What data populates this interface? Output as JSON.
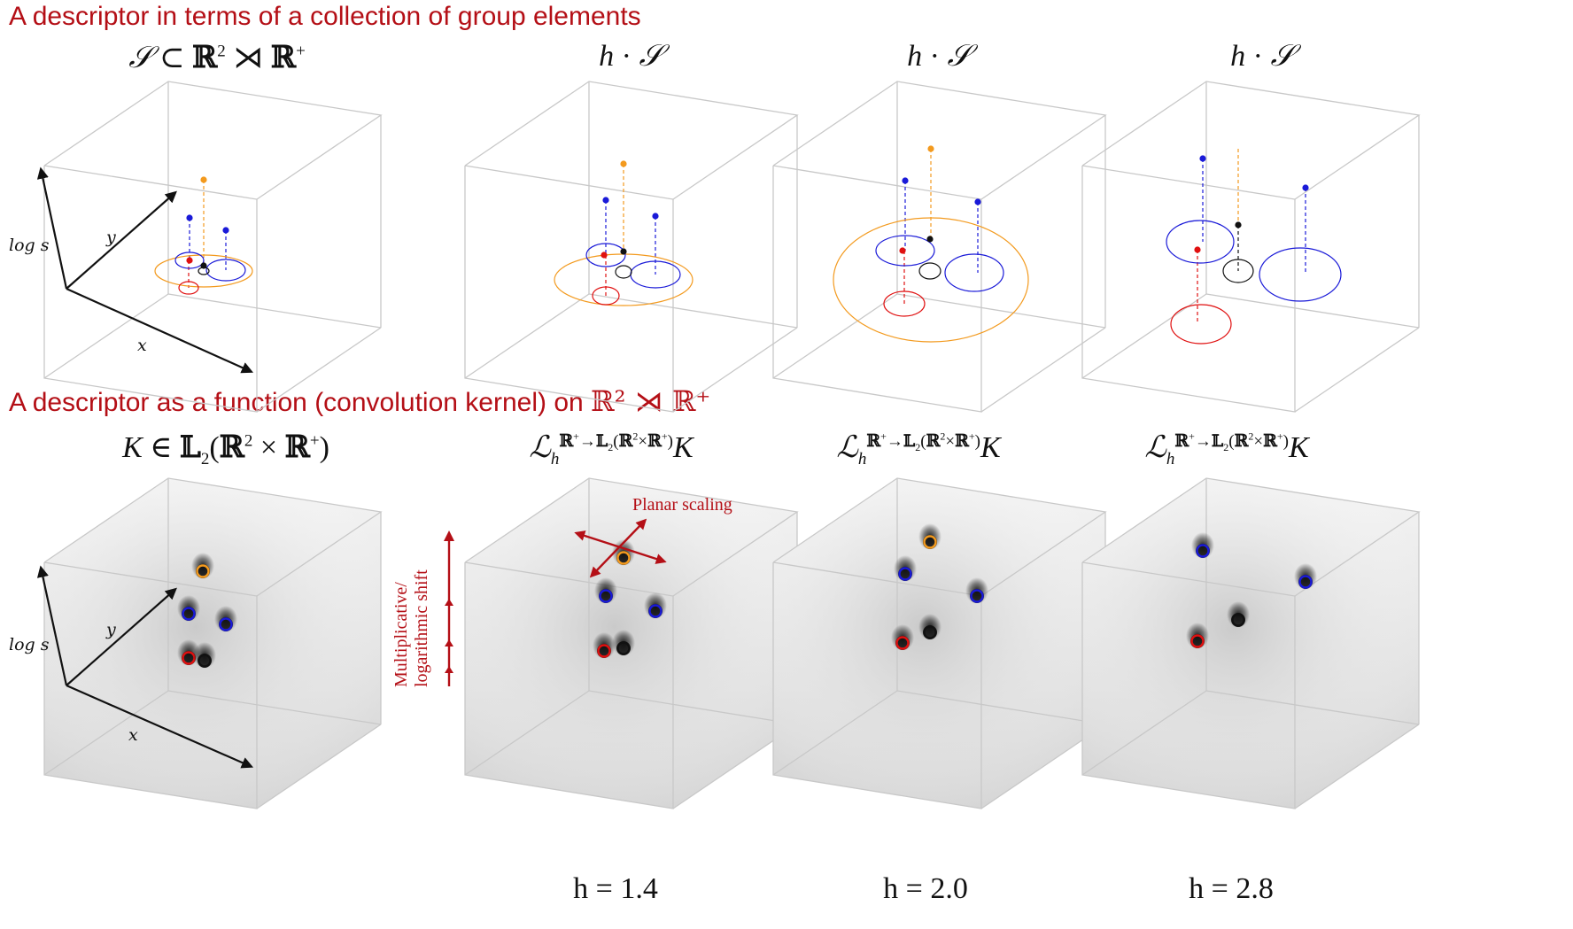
{
  "titles": {
    "top": "A descriptor in terms of a collection of group elements",
    "bottom_text": "A descriptor as a function (convolution kernel) on",
    "bottom_math": "ℝ² ⋊ ℝ⁺"
  },
  "top_row": {
    "labels": [
      "𝒮 ⊂ ℝ² ⋊ ℝ⁺",
      "h · 𝒮",
      "h · 𝒮",
      "h · 𝒮"
    ]
  },
  "bottom_row": {
    "labels": [
      "K ∈ 𝕃₂(ℝ² × ℝ⁺)",
      "ℒ_h^{ℝ⁺→𝕃₂(ℝ²×ℝ⁺)} K",
      "ℒ_h^{ℝ⁺→𝕃₂(ℝ²×ℝ⁺)} K",
      "ℒ_h^{ℝ⁺→𝕃₂(ℝ²×ℝ⁺)} K"
    ],
    "h_values": [
      "h = 1.4",
      "h = 2.0",
      "h = 2.8"
    ]
  },
  "axes": {
    "vertical": "log s",
    "depth": "y",
    "horizontal": "x"
  },
  "annotations": {
    "planar_scaling": "Planar scaling",
    "shift_line1": "Multiplicative/",
    "shift_line2": "logarithmic shift"
  },
  "colors": {
    "title_red": "#b40f16",
    "orange": "#f39a1e",
    "blue": "#1a1ad8",
    "red": "#e01010",
    "black": "#111111",
    "box_edge": "#c8c8c8"
  }
}
